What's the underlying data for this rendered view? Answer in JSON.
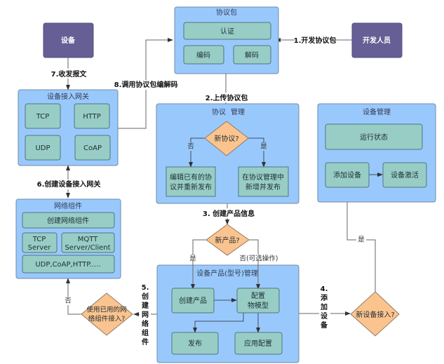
{
  "nodes": {
    "device": "设备",
    "developer": "开发人员",
    "protocol_package": {
      "title": "协议包",
      "auth": "认证",
      "encode": "编码",
      "decode": "解码"
    },
    "gateway": {
      "title": "设备接入网关",
      "items": [
        "TCP",
        "HTTP",
        "UDP",
        "CoAP"
      ]
    },
    "protocol_mgmt": {
      "title_left": "协议",
      "title_right": "管理",
      "decision": "新协议?",
      "no": "否",
      "yes": "是",
      "edit_line1": "编辑已有的协",
      "edit_line2": "议并重新发布",
      "add_line1": "在协议管理中",
      "add_line2": "新增并发布"
    },
    "device_mgmt": {
      "title": "设备管理",
      "status": "运行状态",
      "add_device": "添加设备",
      "activate": "设备激活"
    },
    "network": {
      "title": "网络组件",
      "create": "创建网络组件",
      "tcp_line1": "TCP",
      "tcp_line2": "Server",
      "mqtt_line1": "MQTT",
      "mqtt_line2": "Server/Client",
      "others": "UDP,CoAP,HTTP....."
    },
    "new_product": {
      "decision": "新产品?",
      "yes": "是",
      "no": "否(可选操作)"
    },
    "product_mgmt": {
      "title": "设备产品(型号)管理",
      "create": "创建产品",
      "config_line1": "配置",
      "config_line2": "物模型",
      "publish": "发布",
      "apply": "应用配置"
    },
    "reuse_network": {
      "line1": "使用已用的网",
      "line2": "络组件接入?",
      "no": "否"
    },
    "new_device": {
      "decision": "新设备接入?",
      "yes": "是"
    }
  },
  "edges": {
    "step1": "1.开发协议包",
    "step2": "2.上传协议包",
    "step3": "3. 创建产品信息",
    "step4": [
      "4.",
      "添",
      "加",
      "设",
      "备"
    ],
    "step5": [
      "5.",
      "创",
      "建",
      "网",
      "络",
      "组",
      "件"
    ],
    "step6": "6.创建设备接入网关",
    "step7": "7.收发报文",
    "step8": "8.调用协议包编解码"
  },
  "colors": {
    "actor": "#665f95",
    "group": "#99c9fc",
    "item": "#98cdc6",
    "decision": "#fbc48f"
  }
}
